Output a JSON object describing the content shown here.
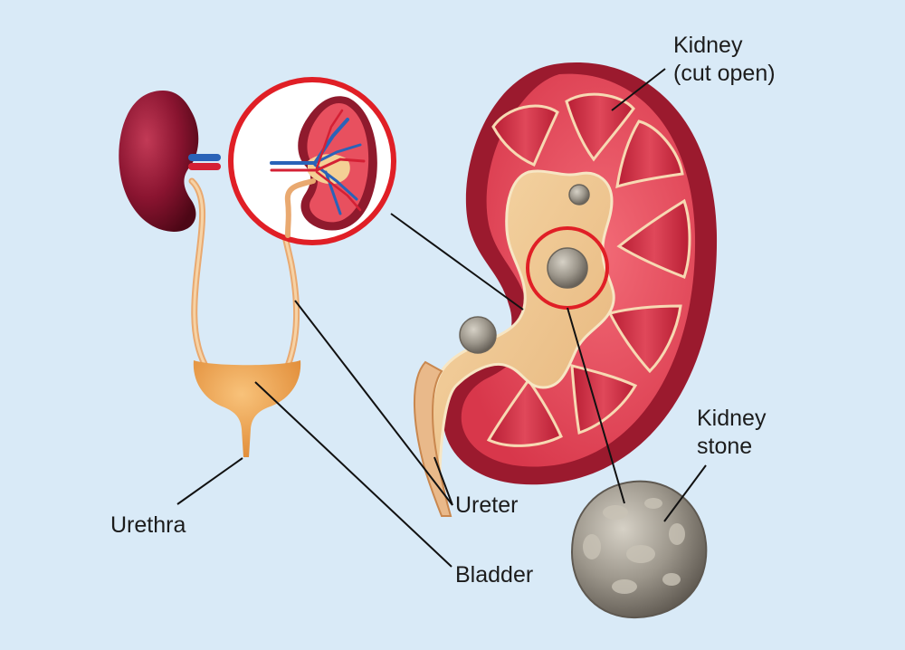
{
  "labels": {
    "kidney_cut_open": {
      "line1": "Kidney",
      "line2": "(cut open)"
    },
    "kidney_stone": {
      "line1": "Kidney",
      "line2": "stone"
    },
    "ureter": "Ureter",
    "urethra": "Urethra",
    "bladder": "Bladder"
  },
  "colors": {
    "background": "#d9eaf7",
    "kidney_outer": "#9b1a2e",
    "kidney_cortex": "#e4485a",
    "pelvis": "#f0c890",
    "stone": "#8d877f",
    "bladder": "#f0a04a",
    "highlight_ring": "#e01f26",
    "leader_line": "#111111"
  }
}
